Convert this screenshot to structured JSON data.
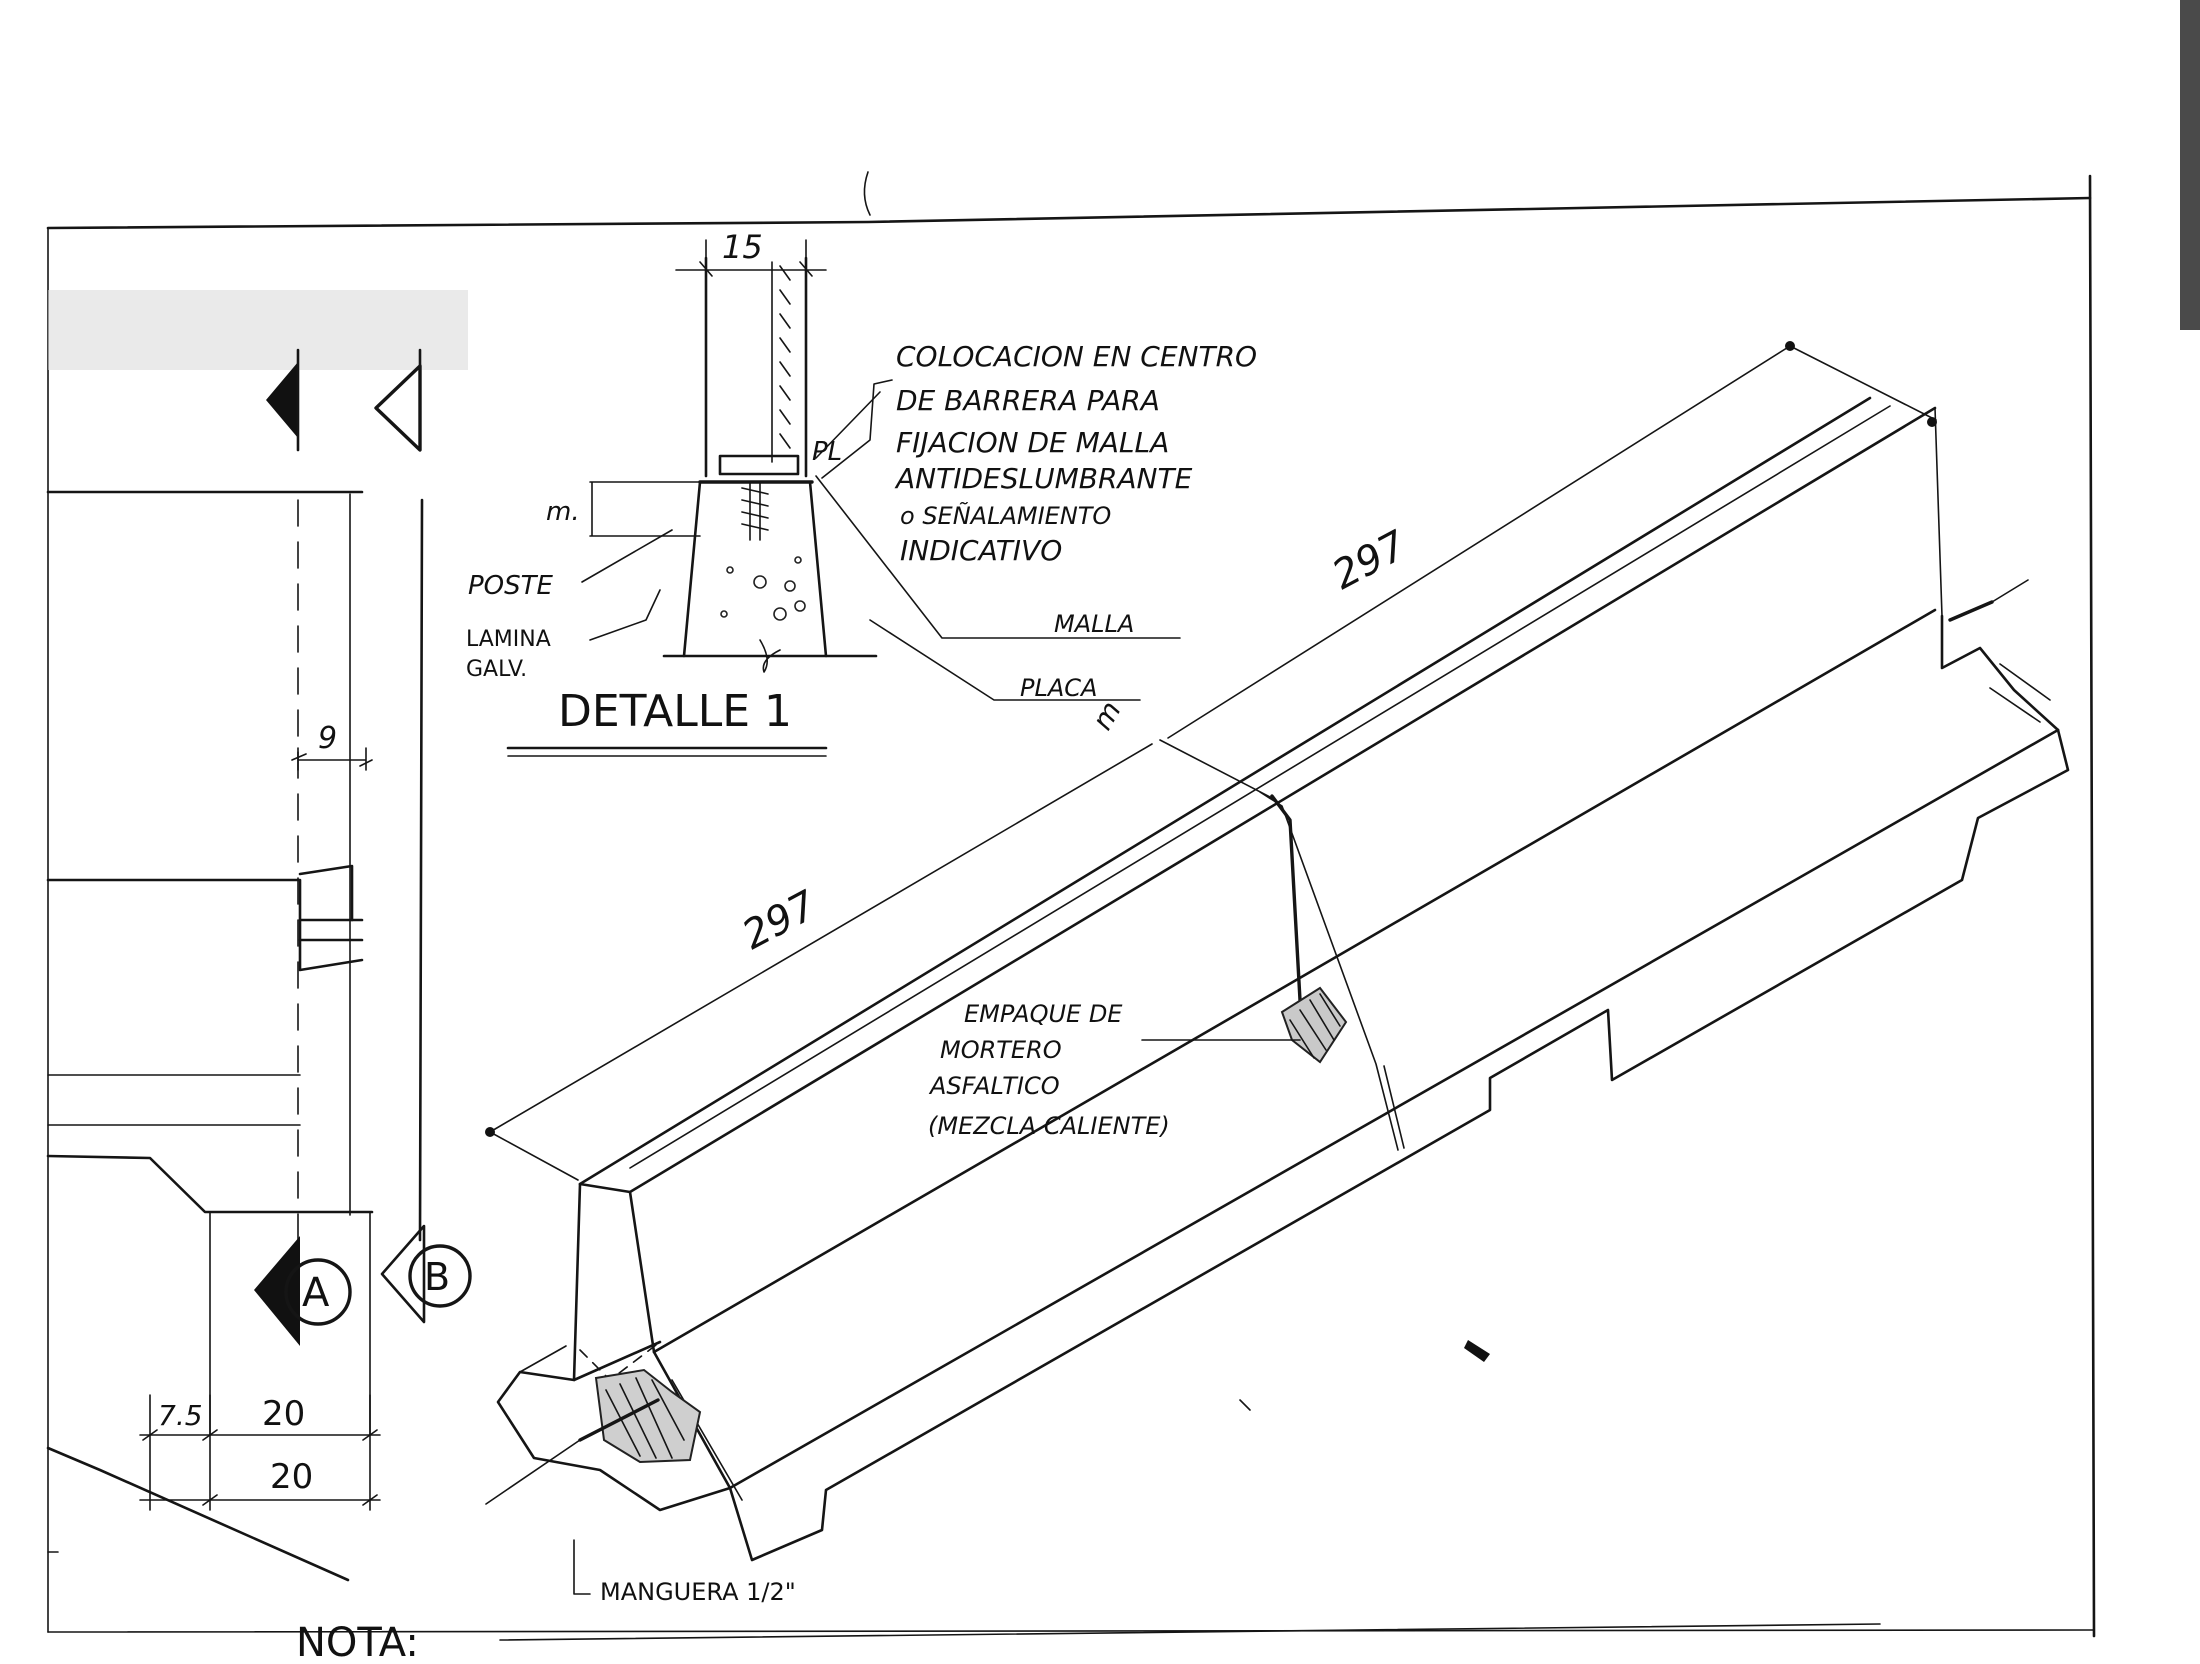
{
  "drawing": {
    "detail": {
      "title": "DETALLE 1",
      "dim_width": "15",
      "dim_height": "m.",
      "label_poste": "POSTE",
      "label_lamina_1": "LAMINA",
      "label_lamina_2": "GALV.",
      "label_pl": "PL",
      "label_malla": "MALLA",
      "label_placa": "PLACA"
    },
    "note_colocacion": [
      "COLOCACION EN CENTRO",
      "DE BARRERA PARA",
      "FIJACION DE MALLA",
      "ANTIDESLUMBRANTE",
      "o SEÑALAMIENTO",
      "INDICATIVO"
    ],
    "barrier": {
      "length_label_upper": "297",
      "length_label_lower": "297",
      "end_mark": "m",
      "note_empaque": [
        "EMPAQUE DE",
        "MORTERO",
        "ASFALTICO",
        "(MEZCLA CALIENTE)"
      ],
      "label_manguera": "MANGUERA 1/2\""
    },
    "section": {
      "dim_top": "9",
      "dim_small": "7.5",
      "dim_a": "20",
      "dim_b": "20",
      "marker_a": "A",
      "marker_b": "B"
    },
    "footer_note": "NOTA:"
  }
}
